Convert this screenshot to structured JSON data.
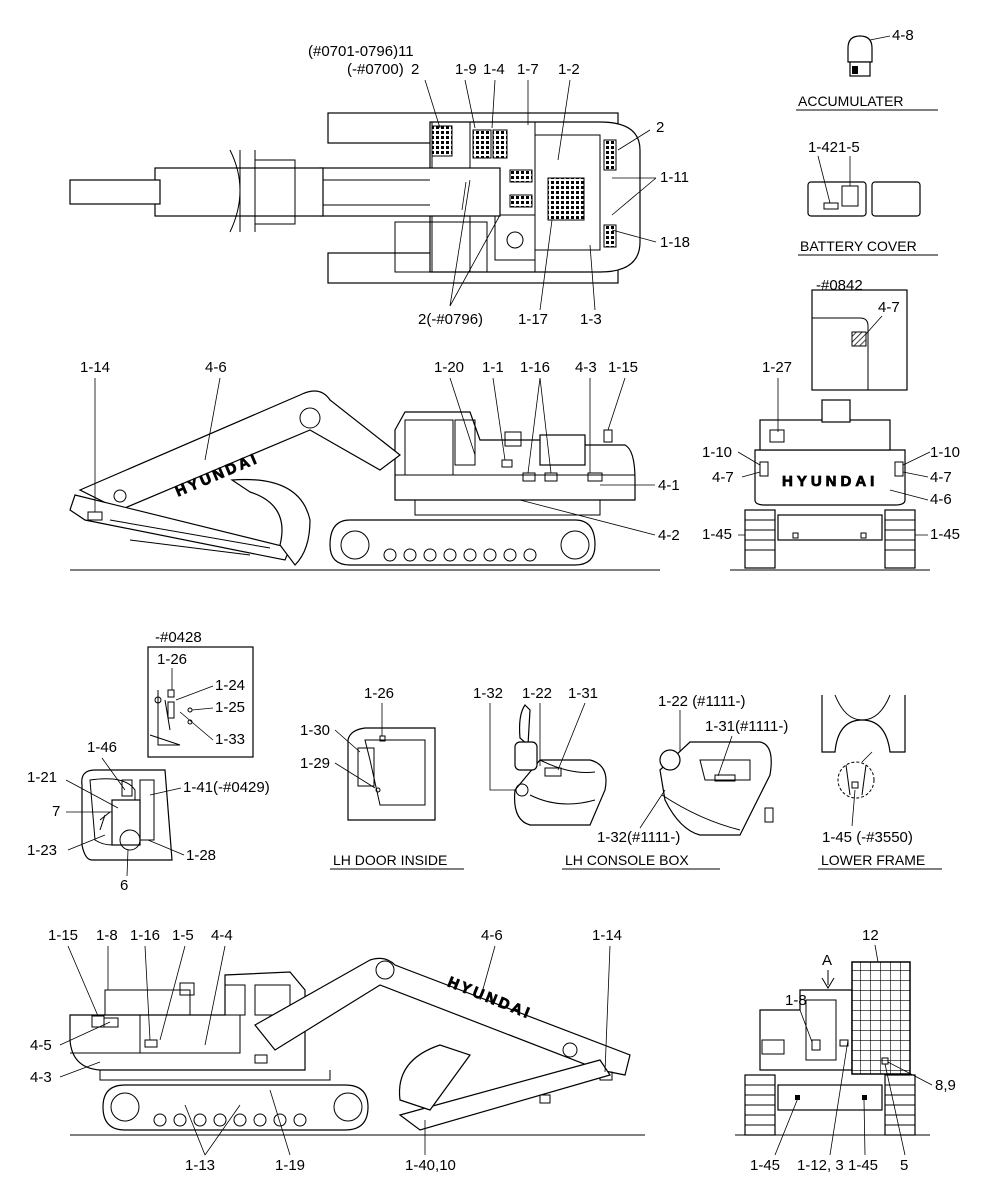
{
  "views": {
    "top": {
      "labels": [
        "(#0701-0796)11",
        "(-#0700)",
        "2",
        "1-9",
        "1-4",
        "1-7",
        "1-2",
        "2",
        "1-11",
        "1-18",
        "2(-#0796)",
        "1-17",
        "1-3"
      ]
    },
    "accumulator": {
      "caption": "ACCUMULATER",
      "labels": [
        "4-8"
      ]
    },
    "battery": {
      "caption": "BATTERY COVER",
      "labels": [
        "1-42",
        "1-5"
      ]
    },
    "lh_side": {
      "labels": [
        "1-14",
        "4-6",
        "1-20",
        "1-1",
        "1-16",
        "4-3",
        "1-15",
        "4-1",
        "4-2"
      ],
      "brand": "HYUNDAI"
    },
    "rear": {
      "labels": [
        "-#0842",
        "4-7",
        "1-27",
        "1-10",
        "1-10",
        "4-7",
        "4-7",
        "4-6",
        "1-45",
        "1-45"
      ],
      "brand": "HYUNDAI"
    },
    "cab_detail": {
      "labels": [
        "-#0428",
        "1-26",
        "1-24",
        "1-25",
        "1-33",
        "1-46",
        "1-21",
        "1-41(-#0429)",
        "7",
        "1-23",
        "1-28",
        "6"
      ]
    },
    "door": {
      "caption": "LH DOOR INSIDE",
      "labels": [
        "1-26",
        "1-30",
        "1-29"
      ]
    },
    "console": {
      "caption": "LH CONSOLE BOX",
      "labels": [
        "1-32",
        "1-22",
        "1-31",
        "1-22 (#1111-)",
        "1-31(#1111-)",
        "1-32(#1111-)"
      ]
    },
    "lower_frame": {
      "caption": "LOWER FRAME",
      "labels": [
        "1-45 (-#3550)"
      ]
    },
    "rh_side": {
      "labels": [
        "1-15",
        "1-8",
        "1-16",
        "1-5",
        "4-4",
        "4-6",
        "1-14",
        "4-5",
        "4-3",
        "1-13",
        "1-19",
        "1-40,10"
      ],
      "brand": "HYUNDAI"
    },
    "front": {
      "labels": [
        "1-8",
        "A",
        "12",
        "8,9",
        "1-45",
        "1-12, 3",
        "1-45",
        "5"
      ]
    }
  }
}
